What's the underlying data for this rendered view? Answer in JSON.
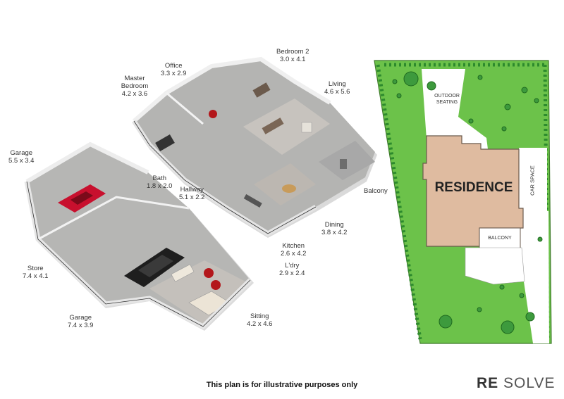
{
  "rooms": [
    {
      "key": "office",
      "name": "Office",
      "dims": "3.3 x 2.9"
    },
    {
      "key": "bedroom2",
      "name": "Bedroom 2",
      "dims": "3.0 x 4.1"
    },
    {
      "key": "master",
      "name": "Master Bedroom",
      "dims": "4.2 x 3.6"
    },
    {
      "key": "living",
      "name": "Living",
      "dims": "4.6 x 5.6"
    },
    {
      "key": "garage_small",
      "name": "Garage",
      "dims": "5.5 x 3.4"
    },
    {
      "key": "bath",
      "name": "Bath",
      "dims": "1.8 x 2.0"
    },
    {
      "key": "hallway",
      "name": "Hallway",
      "dims": "5.1 x 2.2"
    },
    {
      "key": "balcony",
      "name": "Balcony",
      "dims": ""
    },
    {
      "key": "dining",
      "name": "Dining",
      "dims": "3.8 x 4.2"
    },
    {
      "key": "kitchen",
      "name": "Kitchen",
      "dims": "2.6 x 4.2"
    },
    {
      "key": "store",
      "name": "Store",
      "dims": "7.4 x 4.1"
    },
    {
      "key": "laundry",
      "name": "L'dry",
      "dims": "2.9 x 2.4"
    },
    {
      "key": "garage_large",
      "name": "Garage",
      "dims": "7.4 x 3.9"
    },
    {
      "key": "sitting",
      "name": "Sitting",
      "dims": "4.2 x 4.6"
    }
  ],
  "site": {
    "outdoor_line1": "OUTDOOR",
    "outdoor_line2": "SEATING",
    "residence": "RESIDENCE",
    "car_space": "CAR SPACE",
    "balcony": "BALCONY"
  },
  "footer": {
    "disclaimer": "This plan is for illustrative purposes only",
    "brand_bold": "RE",
    "brand_rest": "SOLVE"
  },
  "colors": {
    "lawn": "#6cc24a",
    "residence": "#dfbba0",
    "floor": "#b5b5b3",
    "wall": "#f3f3f3"
  }
}
